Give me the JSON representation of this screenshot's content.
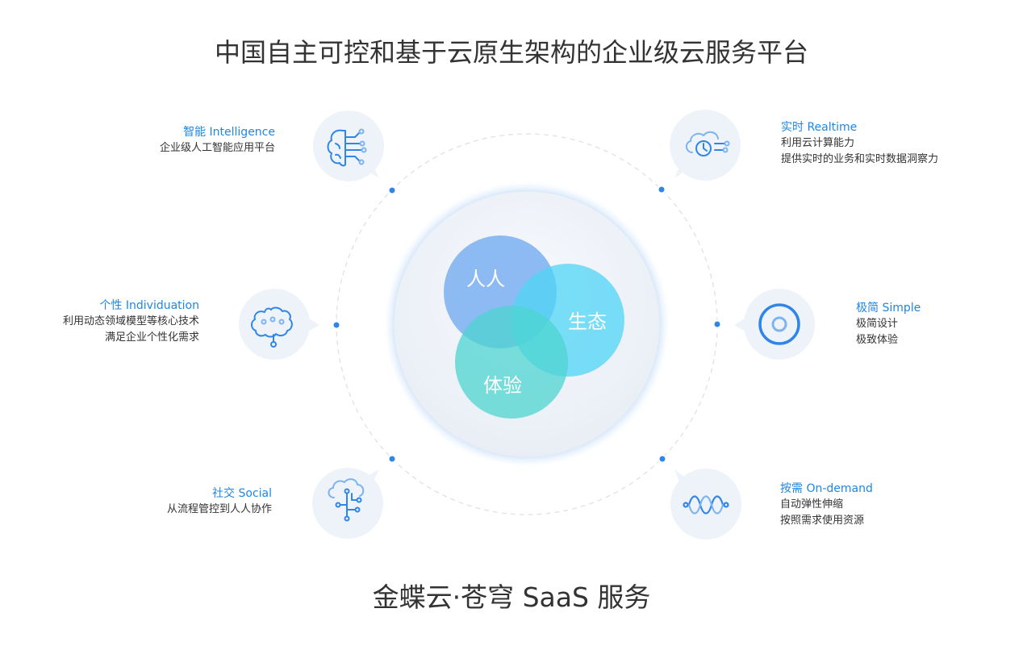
{
  "title": "中国自主可控和基于云原生架构的企业级云服务平台",
  "subtitle": "金蝶云·苍穹 SaaS 服务",
  "venn": {
    "people": "人人",
    "ecology": "生态",
    "experience": "体验"
  },
  "features": {
    "intelligence": {
      "title": "智能 Intelligence",
      "lines": [
        "企业级人工智能应用平台"
      ],
      "icon": "brain-circuit-icon"
    },
    "individuation": {
      "title": "个性 Individuation",
      "lines": [
        "利用动态领域模型等核心技术",
        "满足企业个性化需求"
      ],
      "icon": "brain-icon"
    },
    "social": {
      "title": "社交 Social",
      "lines": [
        "从流程管控到人人协作"
      ],
      "icon": "cloud-network-icon"
    },
    "realtime": {
      "title": "实时 Realtime",
      "lines": [
        "利用云计算能力",
        "提供实时的业务和实时数据洞察力"
      ],
      "icon": "cloud-clock-icon"
    },
    "simple": {
      "title": "极简 Simple",
      "lines": [
        "极简设计",
        "极致体验"
      ],
      "icon": "target-circle-icon"
    },
    "ondemand": {
      "title": "按需 On-demand",
      "lines": [
        "自动弹性伸缩",
        "按照需求使用资源"
      ],
      "icon": "wave-icon"
    }
  },
  "colors": {
    "accent": "#1e86e3",
    "bubble": "#eef3f9",
    "people_circle": "#7fb0f0",
    "ecology_circle": "#5fd9f5",
    "experience_circle": "#5fd8d8"
  }
}
